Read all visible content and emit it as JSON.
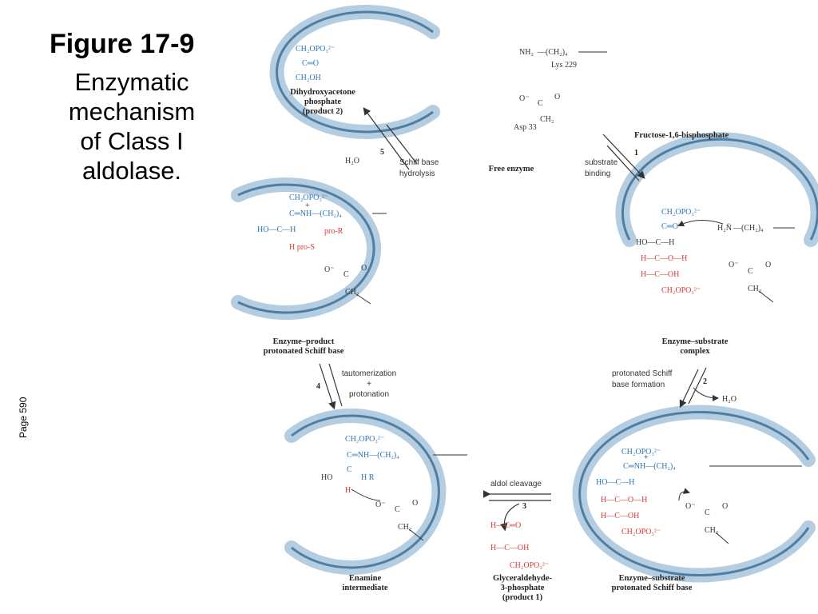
{
  "slide": {
    "title": "Figure 17-9",
    "caption_lines": [
      "Enzymatic",
      "mechanism",
      "of Class I",
      "aldolase."
    ],
    "page_note": "Page 590"
  },
  "diagram": {
    "colors": {
      "ring_outer": "#b5cde0",
      "ring_inner": "#4f7ea3",
      "blue": "#2e76b5",
      "red": "#d93a35"
    },
    "states": {
      "free_enzyme": {
        "label": "Free enzyme",
        "lys": "Lys 229",
        "nh2": "NH₂",
        "ch2_4": "—(CH₂)₄",
        "asp": "Asp 33",
        "o_minus": "O⁻",
        "c": "C",
        "o": "O",
        "ch2": "CH₂"
      },
      "es_complex": {
        "label_lines": [
          "Enzyme–substrate",
          "complex"
        ]
      },
      "es_schiff": {
        "label_lines": [
          "Enzyme–substrate",
          "protonated Schiff base"
        ]
      },
      "enamine": {
        "label_lines": [
          "Enamine",
          "intermediate"
        ]
      },
      "ep_schiff": {
        "label_lines": [
          "Enzyme–product",
          "protonated Schiff base"
        ]
      }
    },
    "products": {
      "dhap": {
        "label_lines": [
          "Dihydroxyacetone",
          "phosphate",
          "(product 2)"
        ],
        "l1": "CH₂OPO₃²⁻",
        "l2": "C═O",
        "l3": "CH₂OH"
      },
      "gap": {
        "label_lines": [
          "Glyceraldehyde-",
          "3-phosphate",
          "(product 1)"
        ],
        "l1": "H—C═O",
        "l2": "H—C—OH",
        "l3": "CH₂OPO₃²⁻"
      }
    },
    "steps": [
      {
        "num": "1",
        "side_lines": [
          "substrate",
          "binding"
        ],
        "reagent": "Fructose-1,6-bisphosphate"
      },
      {
        "num": "2",
        "side_lines": [
          "protonated Schiff",
          "base formation"
        ],
        "reagent": "H₂O"
      },
      {
        "num": "3",
        "side_lines": [
          "aldol cleavage"
        ]
      },
      {
        "num": "4",
        "side_lines": [
          "tautomerization",
          "+",
          "protonation"
        ]
      },
      {
        "num": "5",
        "side_lines": [
          "Schiff base",
          "hydrolysis"
        ],
        "reagent": "H₂O"
      }
    ],
    "atoms": {
      "ch2opo3": "CH₂OPO₃²⁻",
      "c_dbl_o": "C═O",
      "ho_c_h": "HO—C—H",
      "h_c_o_h": "H—C—O—H",
      "h_c_oh": "H—C—OH",
      "h2n": "H₂N̈",
      "c_nh": "C═NH—(CH₂)₄",
      "plus": "+",
      "ho_c": "HO—C—H",
      "h_pro_r": "pro-R",
      "h_pro_s": "H pro-S",
      "h": "H",
      "ho": "HO",
      "hr": "H R",
      "o_minus": "O⁻",
      "c": "C",
      "o": "O",
      "ch2": "CH₂",
      "ch2_4": "—(CH₂)₄",
      "h_c_o": "H—C—O—H",
      "ho_ch": "HO—C—H"
    }
  }
}
